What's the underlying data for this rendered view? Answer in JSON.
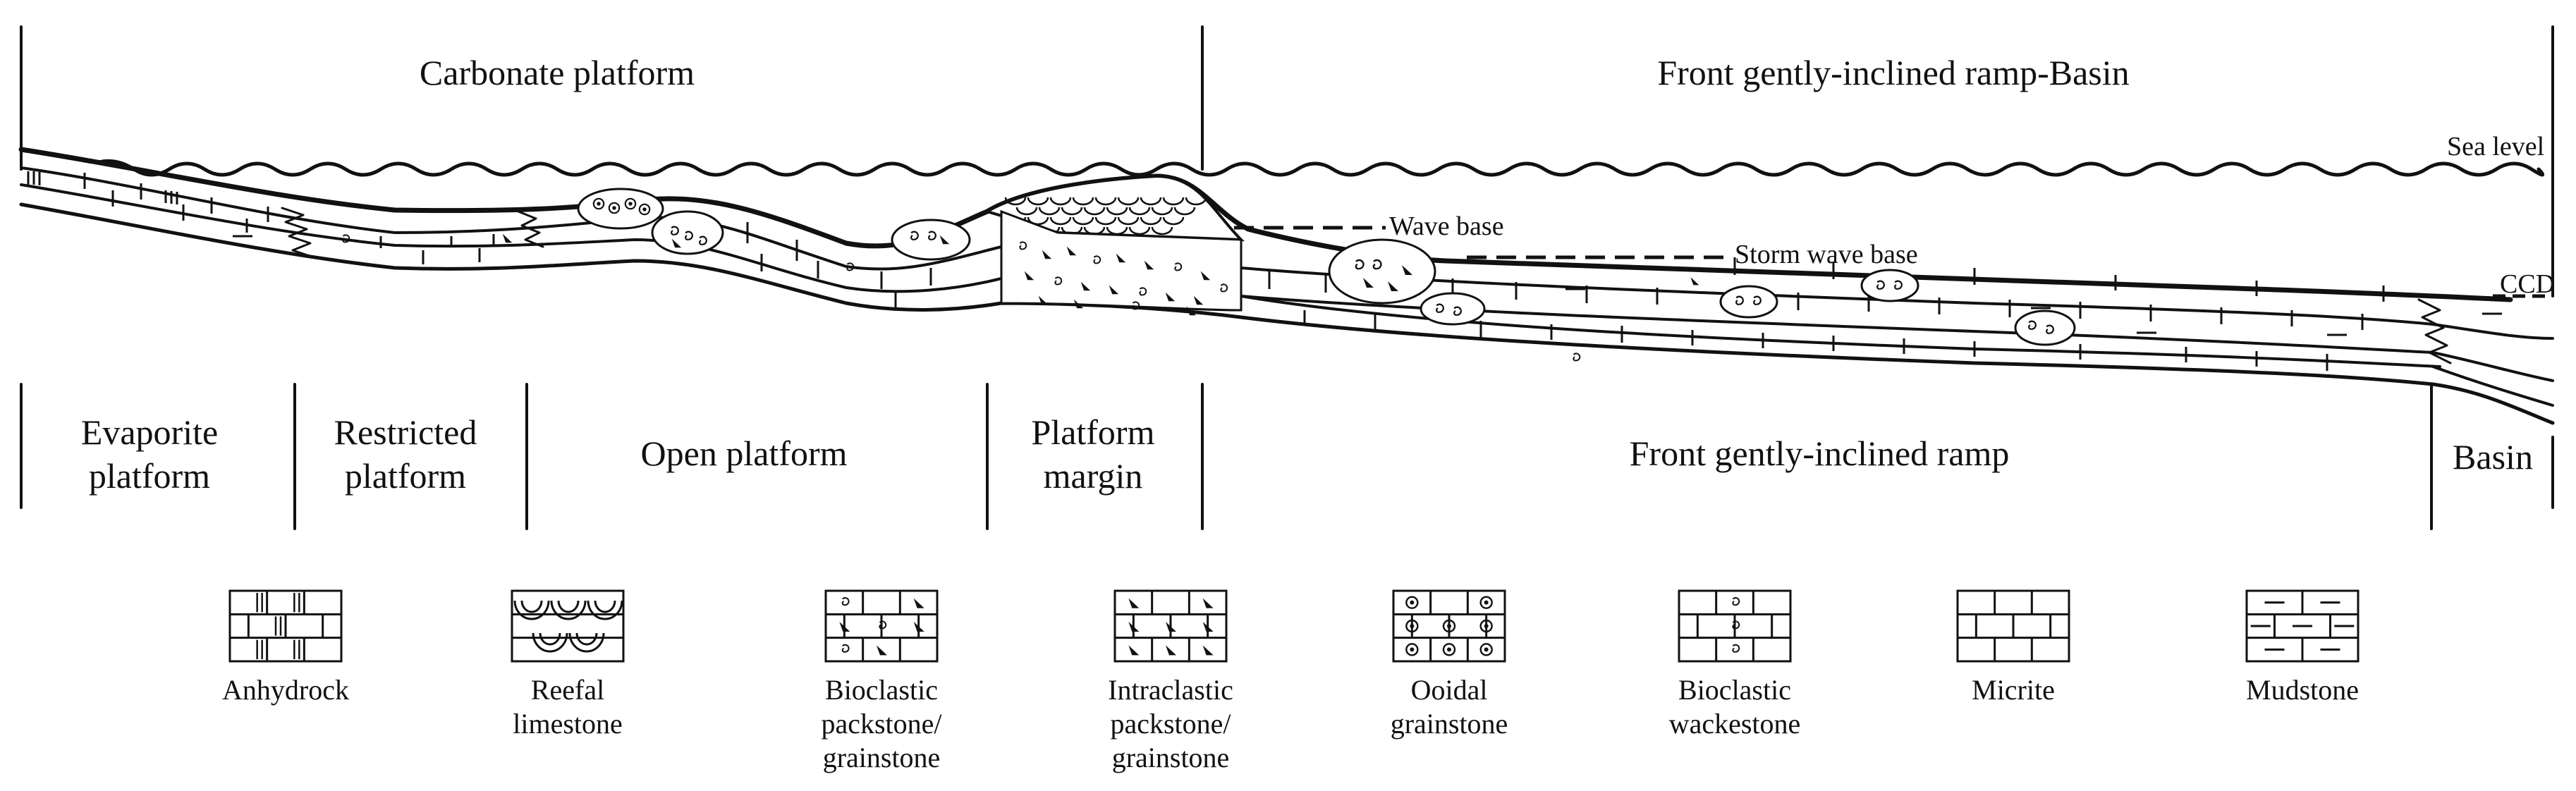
{
  "header": {
    "left": "Carbonate platform",
    "right": "Front gently-inclined ramp-Basin"
  },
  "markers": {
    "sea_level": "Sea level",
    "wave_base": "Wave base",
    "storm_wave_base": "Storm wave base",
    "ccd": "CCD"
  },
  "zones": [
    {
      "line1": "Evaporite",
      "line2": "platform"
    },
    {
      "line1": "Restricted",
      "line2": "platform"
    },
    {
      "line1": "Open platform",
      "line2": ""
    },
    {
      "line1": "Platform",
      "line2": "margin"
    },
    {
      "line1": "Front gently-inclined ramp",
      "line2": ""
    },
    {
      "line1": "Basin",
      "line2": ""
    }
  ],
  "legend": [
    {
      "lines": [
        "Anhydrock"
      ],
      "pattern": "anhydrock"
    },
    {
      "lines": [
        "Reefal",
        "limestone"
      ],
      "pattern": "reef"
    },
    {
      "lines": [
        "Bioclastic",
        "packstone/",
        "grainstone"
      ],
      "pattern": "bioclastic-pack"
    },
    {
      "lines": [
        "Intraclastic",
        "packstone/",
        "grainstone"
      ],
      "pattern": "intraclastic"
    },
    {
      "lines": [
        "Ooidal",
        "grainstone"
      ],
      "pattern": "ooid"
    },
    {
      "lines": [
        "Bioclastic",
        "wackestone"
      ],
      "pattern": "bioclastic-wacke"
    },
    {
      "lines": [
        "Micrite"
      ],
      "pattern": "micrite"
    },
    {
      "lines": [
        "Mudstone"
      ],
      "pattern": "mudstone"
    }
  ]
}
